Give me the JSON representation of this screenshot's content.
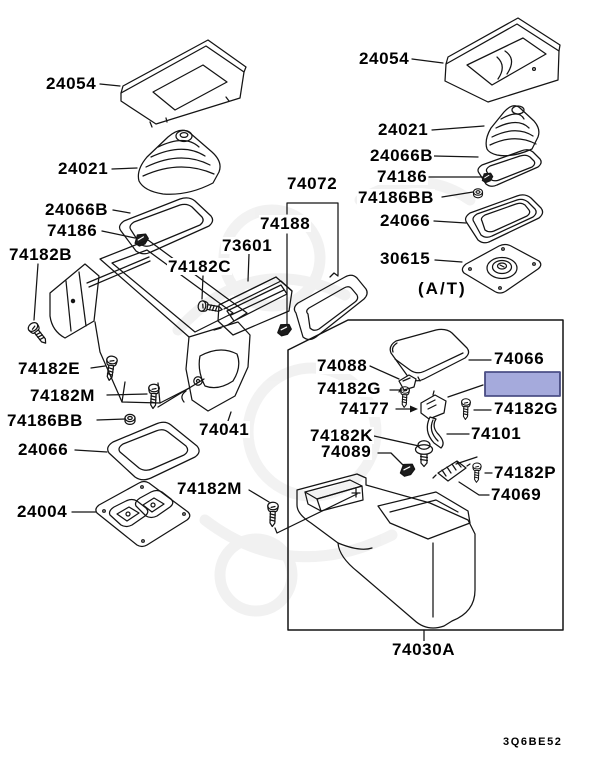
{
  "diagram": {
    "code": "3Q6BE52",
    "highlight": {
      "part": "74182G",
      "fill": "#a5aadc",
      "border": "#50549f"
    },
    "mt_stack": {
      "plate": "24054",
      "boot": "24021",
      "gasket_upper": "24066B",
      "clip": "74186",
      "screw_b": "74182B",
      "screw_e": "74182E",
      "screw_m": "74182M",
      "nut": "74186BB",
      "gasket_lower": "24066",
      "armrest_lid": "74041",
      "boot_plate": "24004",
      "screw_m2": "74182M"
    },
    "center_parts": {
      "panel_assy": "74072",
      "clip": "74188",
      "pocket": "73601",
      "screw_c": "74182C"
    },
    "at_stack": {
      "plate": "24054",
      "boot": "24021",
      "gasket_upper": "24066B",
      "clip": "74186",
      "nut": "74186BB",
      "gasket_lower": "24066",
      "at_boot": "30615",
      "transmission_note": "(A/T)"
    },
    "console_box": {
      "hinge": "74088",
      "lid": "74066",
      "screw_g_left": "74182G",
      "latch": "74177",
      "screw_g_right": "74182G",
      "screw_k": "74182K",
      "strap": "74101",
      "clip": "74089",
      "screw_p": "74182P",
      "striker": "74069",
      "console": "74030A"
    }
  }
}
